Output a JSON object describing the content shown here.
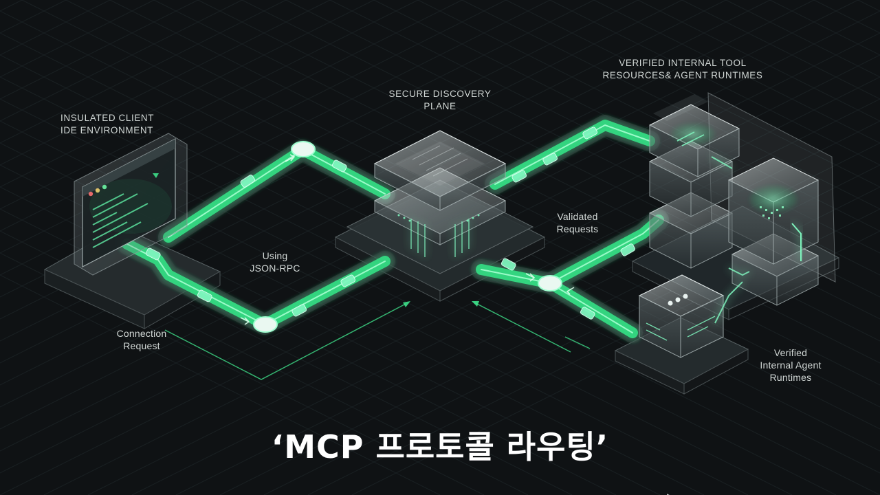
{
  "labels": {
    "client": "INSULATED CLIENT\nIDE ENVIRONMENT",
    "discovery": "SECURE DISCOVERY\nPLANE",
    "tools": "VERIFIED INTERNAL TOOL\nRESOURCES& AGENT RUNTIMES",
    "connection": "Connection\nRequest",
    "jsonrpc": "Using\nJSON-RPC",
    "validated": "Validated\nRequests",
    "agents": "Verified\nInternal Agent\nRuntimes"
  },
  "title": "‘MCP 프로토콜 라우팅’",
  "colors": {
    "background": "#0f1214",
    "accent": "#3ee08a",
    "accent_soft": "#7df3b8",
    "glass": "#9aa6a8",
    "text": "#d2d8d6"
  }
}
